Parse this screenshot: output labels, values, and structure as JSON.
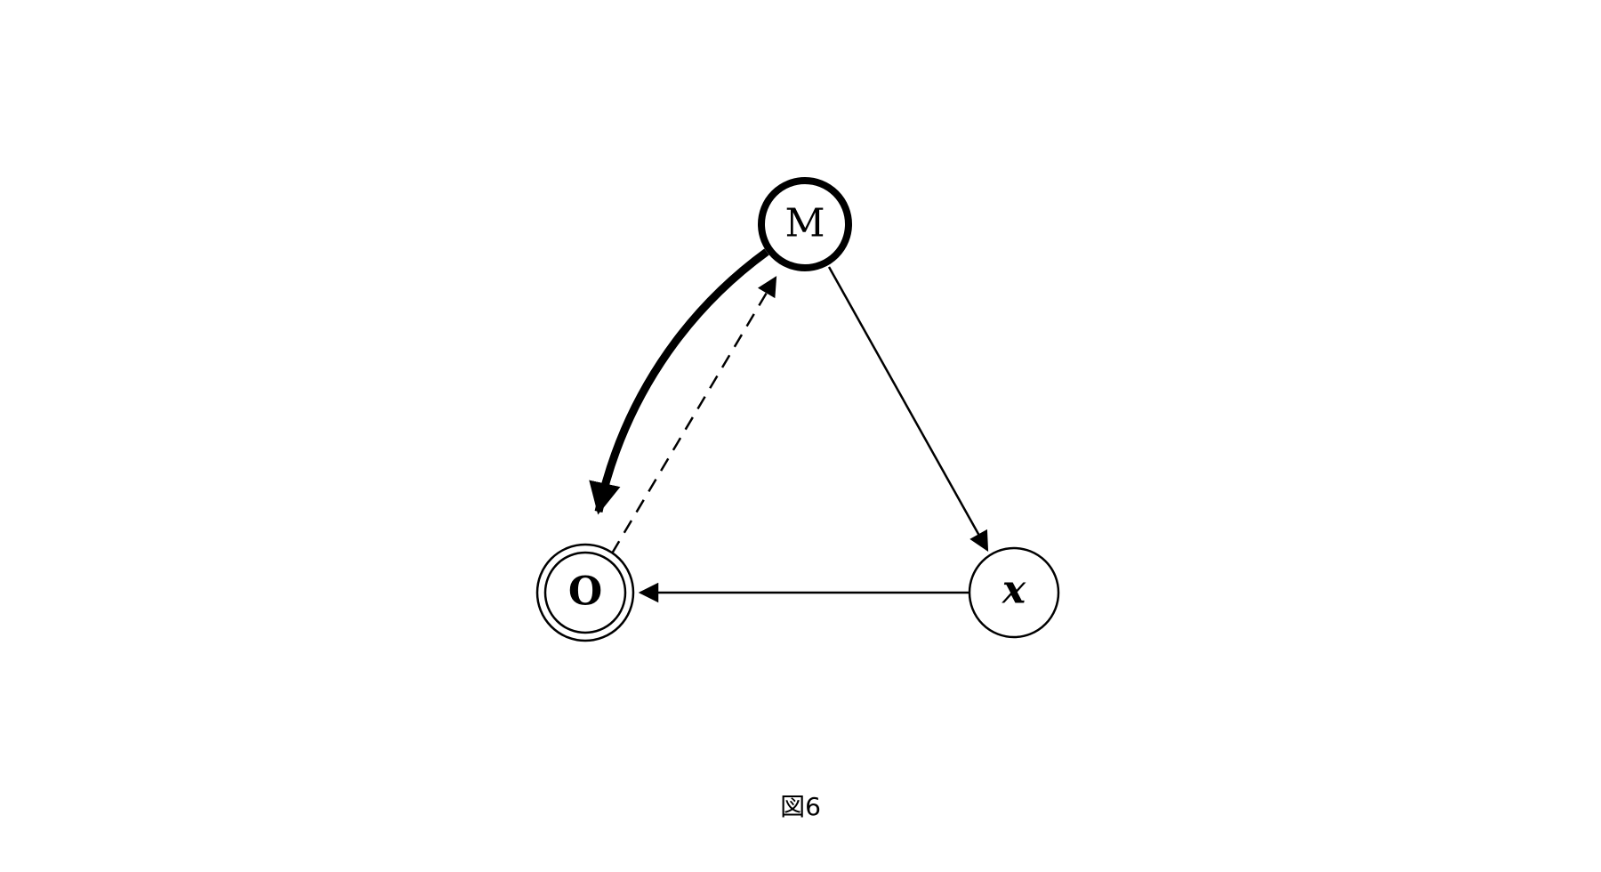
{
  "figure": {
    "caption": "図6",
    "nodes": [
      {
        "id": "M",
        "label": "M",
        "style": "thick-border"
      },
      {
        "id": "O",
        "label": "O",
        "style": "double-border"
      },
      {
        "id": "x",
        "label": "x",
        "style": "thin-border-italic"
      }
    ],
    "edges": [
      {
        "from": "M",
        "to": "O",
        "style": "thick-curved-solid"
      },
      {
        "from": "O",
        "to": "M",
        "style": "dashed-straight"
      },
      {
        "from": "M",
        "to": "x",
        "style": "thin-solid"
      },
      {
        "from": "x",
        "to": "O",
        "style": "thin-solid"
      }
    ],
    "colors": {
      "stroke": "#000000",
      "background": "#ffffff"
    }
  }
}
